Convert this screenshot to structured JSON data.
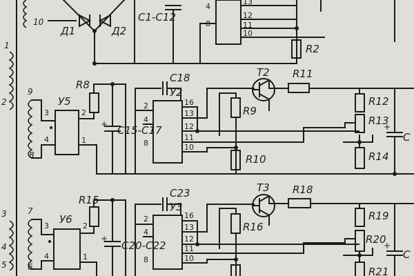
{
  "top": {
    "diode1": "Д1",
    "diode2": "Д2",
    "capacitor": "С1-С12",
    "resistor": "R2",
    "pins": {
      "p10": "10",
      "p4": "4",
      "p8": "8",
      "p13": "13",
      "p12": "12",
      "p11": "11"
    }
  },
  "left": {
    "t1_top": "1",
    "t1_bottom": "2",
    "t2_top": "3",
    "t2_mid": "4",
    "t2_bottom": "5"
  },
  "ch2": {
    "coil_top": "9",
    "coil_bottom": "8",
    "regulator": "У5",
    "u5_pin3": "3",
    "u5_pin4": "4",
    "u5_pin2": "2",
    "u5_pin1": "1",
    "r_in": "R8",
    "plus": "+",
    "cap_bank": "С15-С17",
    "cap_comp": "С18",
    "opamp": "У2",
    "pins": {
      "p2": "2",
      "p4": "4",
      "p8": "8",
      "p16": "16",
      "p13": "13",
      "p12": "12",
      "p11": "11",
      "p10": "10"
    },
    "r_base": "R9",
    "r_sense": "R10",
    "transistor": "Т2",
    "r_out": "R11",
    "r_div_top": "R12",
    "r_trim": "R13",
    "r_div_bot": "R14",
    "cap_out": "С"
  },
  "ch3": {
    "coil_top": "7",
    "coil_bottom": "6",
    "regulator": "У6",
    "u6_pin3": "3",
    "u6_pin4": "4",
    "u6_pin2": "2",
    "u6_pin1": "1",
    "r_in": "R15",
    "plus": "+",
    "cap_bank": "С20-С22",
    "cap_comp": "С23",
    "opamp": "У3",
    "pins": {
      "p2": "2",
      "p4": "4",
      "p8": "8",
      "p16": "16",
      "p13": "13",
      "p12": "12",
      "p11": "11",
      "p10": "10"
    },
    "r_base": "R16",
    "transistor": "Т3",
    "r_out": "R18",
    "r_div_top": "R19",
    "r_trim": "R20",
    "r_div_bot": "R21",
    "cap_out": "С"
  }
}
